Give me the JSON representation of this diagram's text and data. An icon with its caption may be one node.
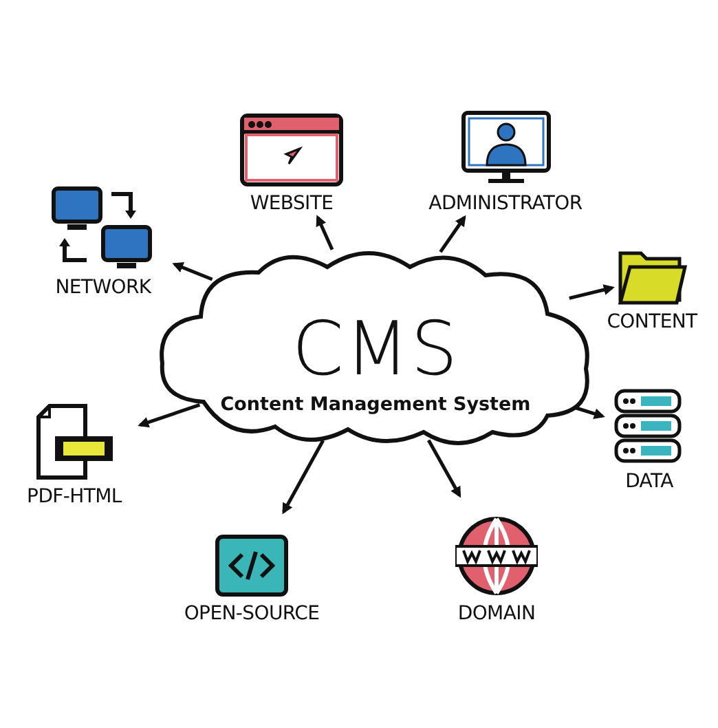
{
  "diagram": {
    "nodes": [
      {
        "text": [
          "CMS",
          "Content Management System"
        ]
      },
      {
        "text": [
          "NETWORK"
        ]
      },
      {
        "text": [
          "WEBSITE"
        ]
      },
      {
        "text": [
          "ADMINISTRATOR"
        ]
      },
      {
        "text": [
          "CONTENT"
        ]
      },
      {
        "text": [
          "DATA"
        ]
      },
      {
        "text": [
          "PDF-HTML"
        ]
      },
      {
        "text": [
          "OPEN-SOURCE"
        ]
      },
      {
        "text": [
          "DOMAIN"
        ]
      }
    ],
    "edges": [
      {
        "from": 0,
        "to": 1,
        "arrow": "to"
      },
      {
        "from": 0,
        "to": 2,
        "arrow": "to"
      },
      {
        "from": 0,
        "to": 3,
        "arrow": "to"
      },
      {
        "from": 0,
        "to": 4,
        "arrow": "to"
      },
      {
        "from": 0,
        "to": 5,
        "arrow": "to"
      },
      {
        "from": 0,
        "to": 6,
        "arrow": "to"
      },
      {
        "from": 0,
        "to": 7,
        "arrow": "to"
      },
      {
        "from": 0,
        "to": 8,
        "arrow": "to"
      }
    ]
  }
}
